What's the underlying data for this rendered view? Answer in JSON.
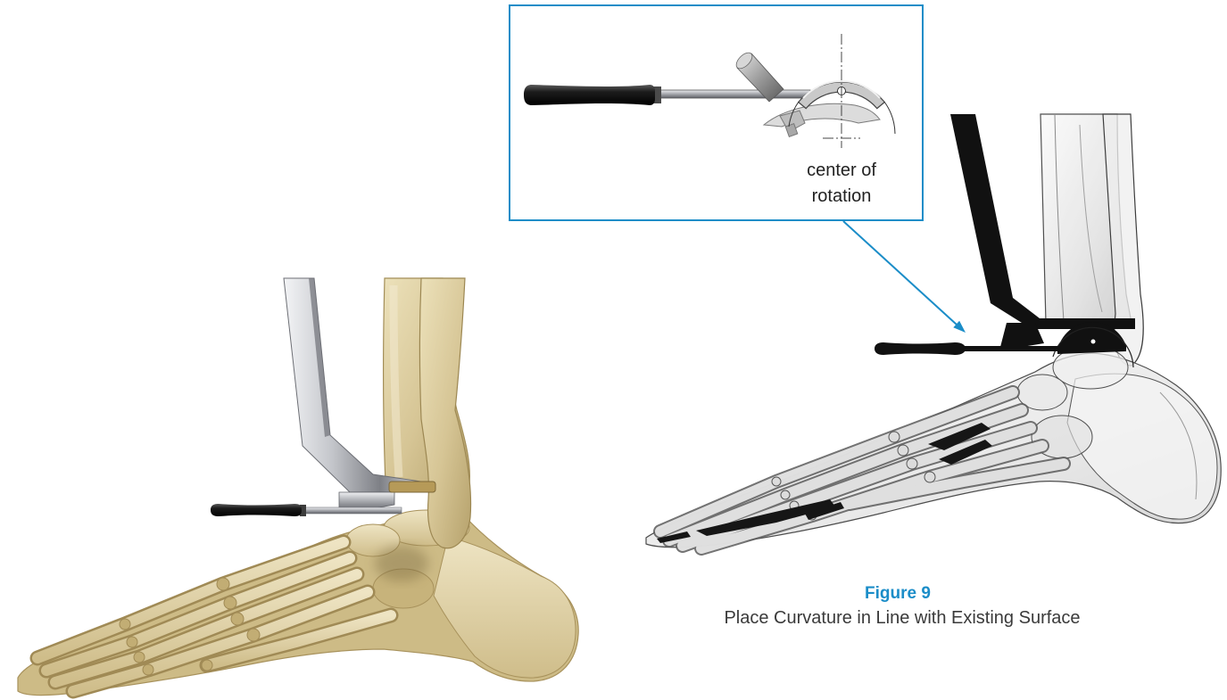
{
  "figure": {
    "inset": {
      "label_line1": "center of",
      "label_line2": "rotation"
    },
    "caption": {
      "number": "Figure 9",
      "text": "Place Curvature in Line with Existing Surface"
    }
  },
  "colors": {
    "accent": "#1b8dc8",
    "bone": "#d6c595",
    "instrument_black": "#111111",
    "instrument_silver": "#a7a9ae",
    "caption_text": "#3a3a3a"
  }
}
